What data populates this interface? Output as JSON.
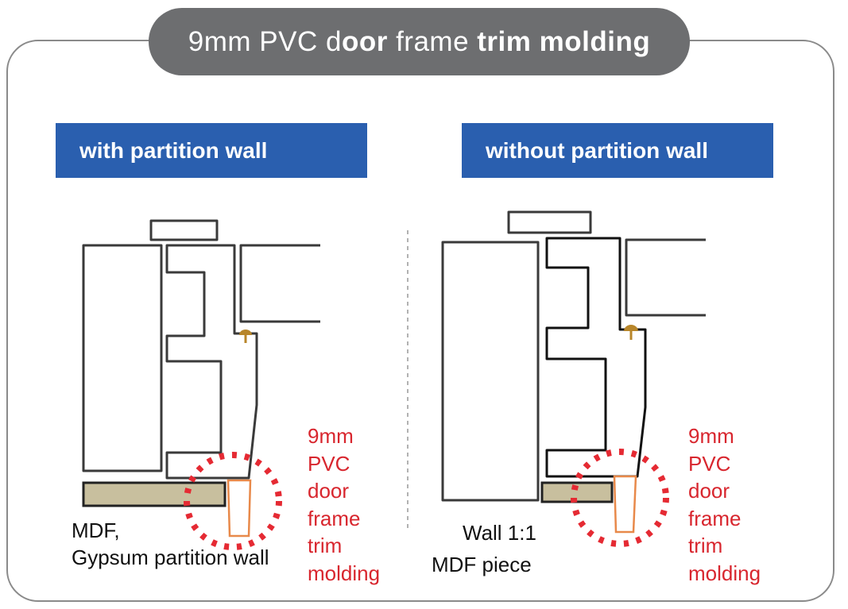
{
  "title": {
    "part1": "9mm PVC d",
    "part2": "oor",
    "part3": " frame ",
    "part4": "trim molding"
  },
  "panels": [
    {
      "header": "with partition wall",
      "label_lines": [
        "MDF,",
        "Gypsum partition wall"
      ],
      "callout_lines": [
        "9mm",
        "PVC",
        "door",
        "frame",
        "trim",
        "molding"
      ]
    },
    {
      "header": "without partition wall",
      "label_lines": [
        "Wall 1:1",
        "MDF piece"
      ],
      "callout_lines": [
        "9mm",
        "PVC",
        "door",
        "frame",
        "trim",
        "molding"
      ]
    }
  ],
  "colors": {
    "header_blue": "#2a5faf",
    "title_gray": "#6d6e70",
    "callout_red": "#d8262e",
    "mdf": "#c8bf9e",
    "trim_orange": "#e8894a",
    "hinge_gold": "#b8862a"
  }
}
